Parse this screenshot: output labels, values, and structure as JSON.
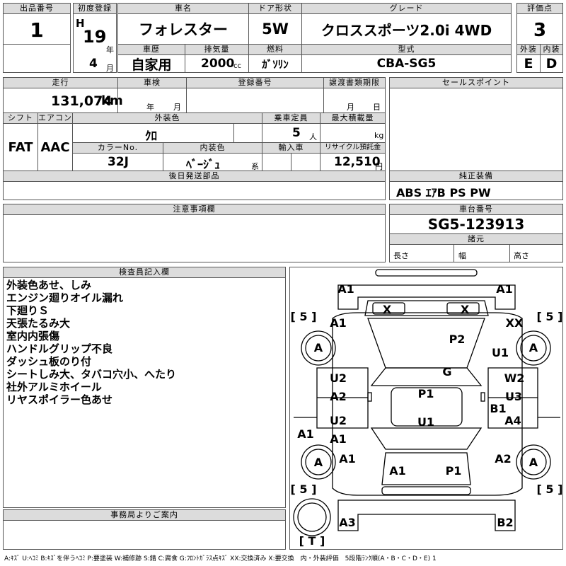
{
  "header": {
    "lot_label": "出品番号",
    "lot_value": "1",
    "first_reg_label": "初度登録",
    "era": "H",
    "year": "19",
    "year_unit": "年",
    "month": "4",
    "month_unit": "月",
    "name_label": "車名",
    "name_value": "フォレスター",
    "door_label": "ドア形状",
    "door_value": "5W",
    "grade_label": "グレード",
    "grade_value": "クロススポーツ2.0i 4WD",
    "score_label": "評価点",
    "score_value": "3",
    "history_label": "車歴",
    "history_value": "自家用",
    "displacement_label": "排気量",
    "displacement_value": "2000",
    "displacement_unit": "cc",
    "fuel_label": "燃料",
    "fuel_value": "ｶﾞｿﾘﾝ",
    "model_label": "型式",
    "model_value": "CBA-SG5",
    "exterior_label": "外装",
    "exterior_value": "E",
    "interior_label": "内装",
    "interior_value": "D"
  },
  "row2": {
    "mileage_label": "走行",
    "mileage_value": "131,074",
    "mileage_unit": "km",
    "inspection_label": "車検",
    "inspection_year_unit": "年",
    "inspection_month_unit": "月",
    "regno_label": "登録番号",
    "transfer_label": "譲渡書類期限",
    "transfer_month_unit": "月",
    "transfer_day_unit": "日",
    "sales_point_label": "セールスポイント",
    "shift_label": "シフト",
    "shift_value": "FAT",
    "ac_label": "エアコン",
    "ac_value": "AAC",
    "color_label": "外装色",
    "color_value": "ｸﾛ",
    "capacity_label": "乗車定員",
    "capacity_value": "5",
    "capacity_unit": "人",
    "load_label": "最大積載量",
    "load_unit": "kg",
    "colorno_label": "カラーNo.",
    "colorno_value": "32J",
    "intcolor_label": "内装色",
    "intcolor_value": "ﾍﾞｰｼﾞｭ",
    "intcolor_unit": "系",
    "import_label": "輸入車",
    "recycle_label": "リサイクル預託金",
    "recycle_value": "12,510",
    "recycle_unit": "円",
    "later_parts_label": "後日発送部品",
    "equipment_label": "純正装備",
    "equipment_value": "ABS ｴｱB PS PW",
    "notes_label": "注意事項欄",
    "chassis_label": "車台番号",
    "chassis_value": "SG5-123913",
    "specs_label": "諸元",
    "length_label": "長さ",
    "width_label": "幅",
    "height_label": "高さ"
  },
  "inspector": {
    "label": "検査員記入欄",
    "lines": [
      "外装色あせ、しみ",
      "エンジン廻りオイル漏れ",
      "下廻りＳ",
      "天張たるみ大",
      "室内内張傷",
      "ハンドルグリップ不良",
      "ダッシュ板のり付",
      "シートしみ大、タバコ穴小、へたり",
      "社外アルミホイール",
      "リヤスポイラー色あせ"
    ]
  },
  "office": {
    "label": "事務局よりご案内"
  },
  "diagram": {
    "marks": {
      "a1_fl": "A1",
      "a1_fr": "A1",
      "x_l": "X",
      "x_r": "X",
      "tire_fl": "[ 5 ]",
      "tire_fr": "[ 5 ]",
      "a1_l": "A1",
      "xx_r": "XX",
      "wheel_fl": "A",
      "wheel_fr": "A",
      "p2": "P2",
      "u1_r": "U1",
      "g": "G",
      "u2_l": "U2",
      "w2_r": "W2",
      "a2_l": "A2",
      "u3_r": "U3",
      "p1_c": "P1",
      "b1_r": "B1",
      "u2_l2": "U2",
      "a4_r": "A4",
      "u1_c": "U1",
      "a1_l2": "A1",
      "a1_side": "A1",
      "wheel_rl": "A",
      "wheel_rr": "A",
      "a1_rl": "A1",
      "a2_rr": "A2",
      "a1_rear": "A1",
      "p1_rear": "P1",
      "tire_rl": "[ 5 ]",
      "tire_rr": "[ 5 ]",
      "a3": "A3",
      "b2": "B2",
      "spare": "[ T ]"
    }
  },
  "legend": "A:ｷｽﾞ U:ﾍｺﾐ B:ｷｽﾞを伴うﾍｺﾐ P:要塗装 W:補修跡 S:錆 C:腐食 G:ﾌﾛﾝﾄｶﾞﾗｽ点ｷｽﾞ XX:交換済み X:要交換　内・外装評価　5段階ﾗﾝｸ順(A・B・C・D・E) 1"
}
